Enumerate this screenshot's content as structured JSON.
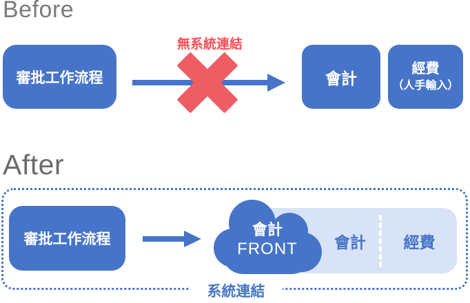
{
  "colors": {
    "blue": "#4674C8",
    "light_blue": "#D9E3F7",
    "red_x": "#EE5D63",
    "red_text": "#FB4F57",
    "heading_before": "#7A7A7A",
    "heading_after": "#6B6B6B"
  },
  "before": {
    "heading": "Before",
    "workflow_box_label": "審批工作流程",
    "no_link_label": "無系統連結",
    "accounting_box_label": "會計",
    "expense_box_line1": "經費",
    "expense_box_line2": "（人手輸入）"
  },
  "after": {
    "heading": "After",
    "workflow_box_label": "審批工作流程",
    "cloud_line1": "會計",
    "cloud_line2": "FRONT",
    "accounting_label": "會計",
    "expense_label": "經費",
    "system_link_label": "系統連結"
  }
}
